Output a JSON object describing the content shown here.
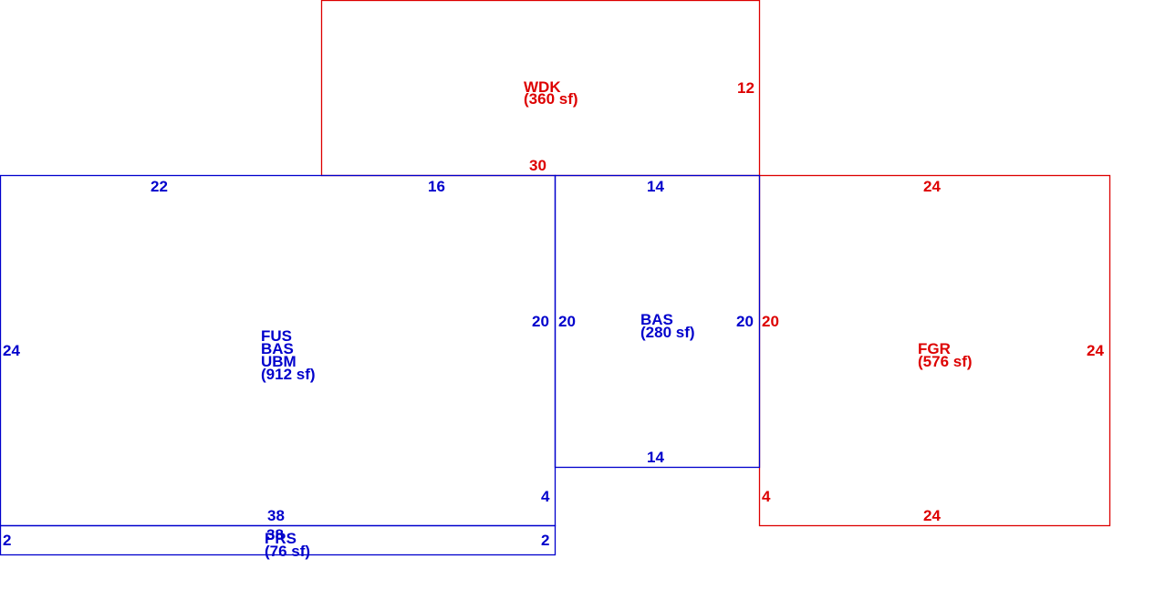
{
  "colors": {
    "blue": "#0000cc",
    "red": "#dd0000"
  },
  "areas": {
    "wdk": {
      "code": "WDK",
      "area": "(360 sf)",
      "dims": {
        "top": "30",
        "right": "12"
      }
    },
    "main": {
      "codes": [
        "FUS",
        "BAS",
        "UBM"
      ],
      "area": "(912 sf)",
      "dims": {
        "top_left": "22",
        "top_right": "16",
        "left": "24",
        "right_upper": "20",
        "right_lower": "4",
        "bottom": "38"
      }
    },
    "bas": {
      "code": "BAS",
      "area": "(280 sf)",
      "dims": {
        "top": "14",
        "left": "20",
        "right": "20",
        "bottom": "14"
      }
    },
    "fgr": {
      "code": "FGR",
      "area": "(576 sf)",
      "dims": {
        "top": "24",
        "left_upper": "20",
        "left_lower": "4",
        "right": "24",
        "bottom": "24"
      }
    },
    "strip": {
      "codes": [
        "PRS",
        "38"
      ],
      "area": "(76 sf)",
      "dims": {
        "left": "2",
        "right": "2"
      }
    }
  }
}
